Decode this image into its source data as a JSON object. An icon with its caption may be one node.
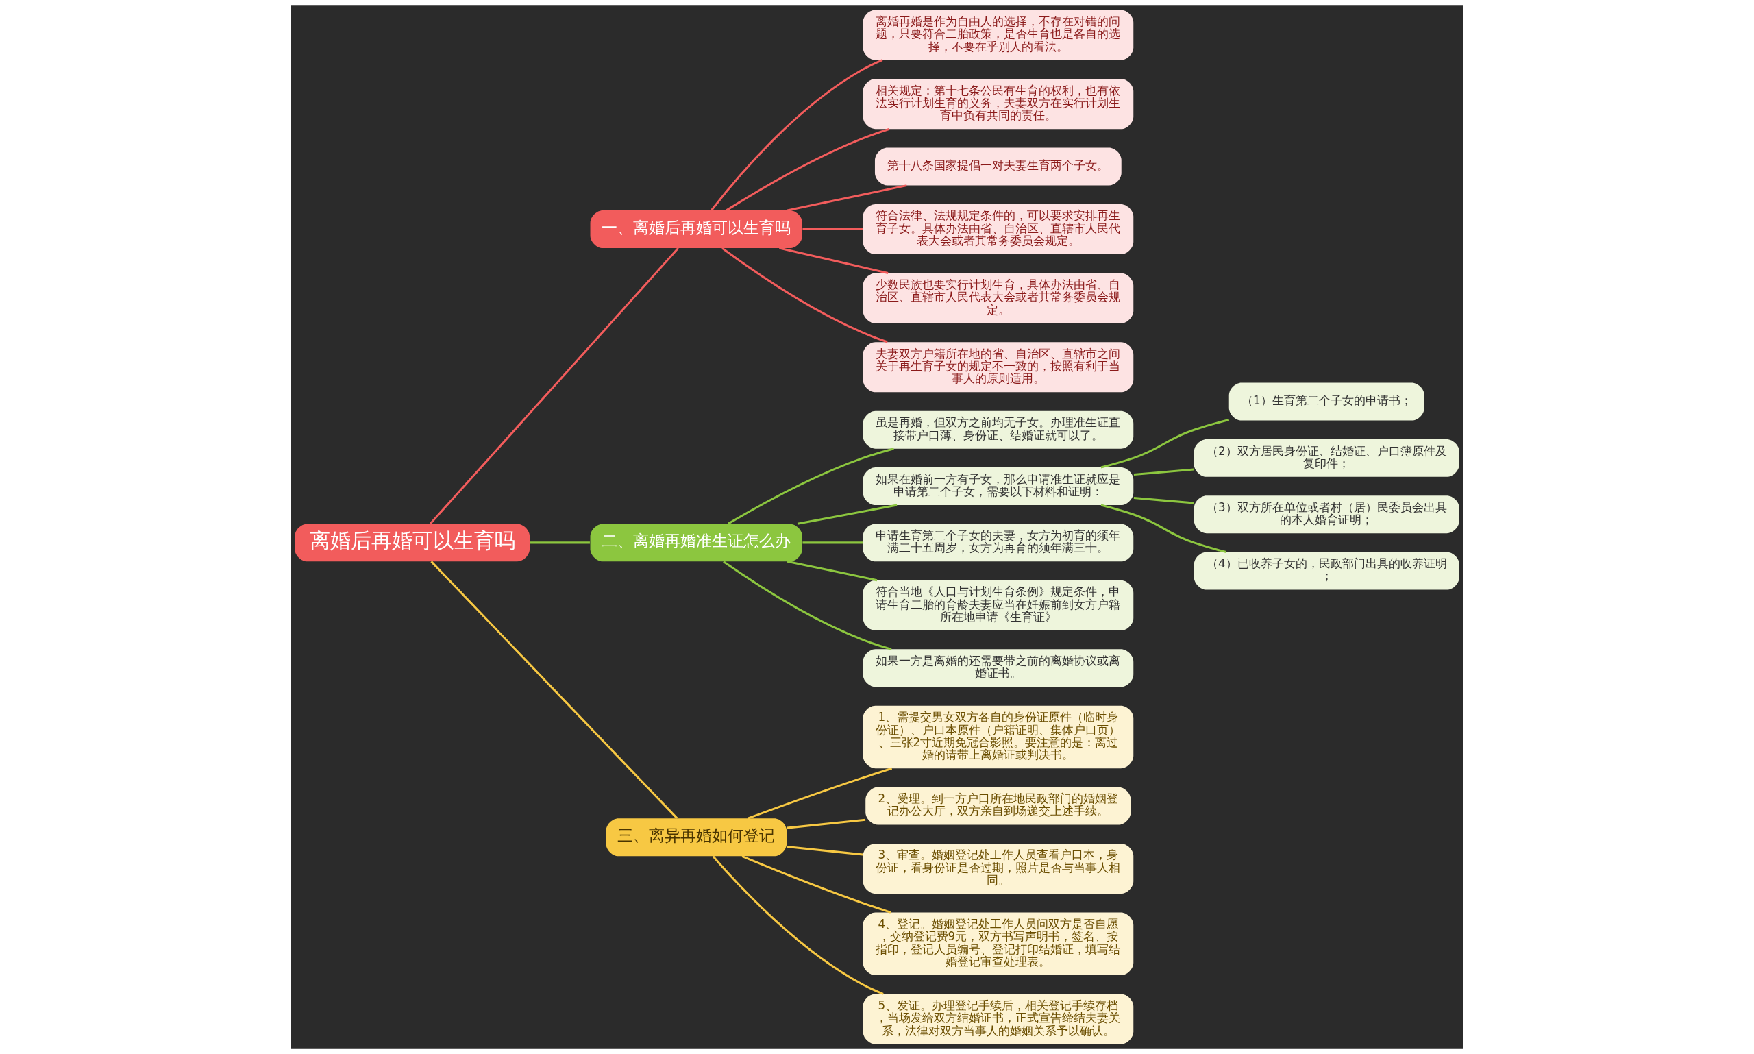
{
  "diagram": {
    "nodes": [
      {
        "text": [
          "离婚后再婚可以生育吗"
        ]
      },
      {
        "text": [
          "一、离婚后再婚可以生育吗"
        ]
      },
      {
        "text": [
          "离婚再婚是作为自由人的选择，不存在对错的问题，只要符合二胎政策，是否生育也是各自的选择，不要在乎别人的看法。"
        ]
      },
      {
        "text": [
          "相关规定：第十七条公民有生育的权利，也有依法实行计划生育的义务，夫妻双方在实行计划生育中负有共同的责任。"
        ]
      },
      {
        "text": [
          "第十八条国家提倡一对夫妻生育两个子女。"
        ]
      },
      {
        "text": [
          "符合法律、法规规定条件的，可以要求安排再生育子女。具体办法由省、自治区、直辖市人民代表大会或者其常务委员会规定。"
        ]
      },
      {
        "text": [
          "少数民族也要实行计划生育，具体办法由省、自治区、直辖市人民代表大会或者其常务委员会规定。"
        ]
      },
      {
        "text": [
          "夫妻双方户籍所在地的省、自治区、直辖市之间关于再生育子女的规定不一致的，按照有利于当事人的原则适用。"
        ]
      },
      {
        "text": [
          "二、离婚再婚准生证怎么办"
        ]
      },
      {
        "text": [
          "虽是再婚，但双方之前均无子女。办理准生证直接带户口薄、身份证、结婚证就可以了。"
        ]
      },
      {
        "text": [
          "如果在婚前一方有子女，那么申请准生证就应是申请第二个子女，需要以下材料和证明："
        ]
      },
      {
        "text": [
          "（1）生育第二个子女的申请书；"
        ]
      },
      {
        "text": [
          "（2）双方居民身份证、结婚证、户口簿原件及复印件；"
        ]
      },
      {
        "text": [
          "（3）双方所在单位或者村（居）民委员会出具的本人婚育证明；"
        ]
      },
      {
        "text": [
          "（4）已收养子女的，民政部门出具的收养证明；"
        ]
      },
      {
        "text": [
          "申请生育第二个子女的夫妻，女方为初育的须年满二十五周岁，女方为再育的须年满三十。"
        ]
      },
      {
        "text": [
          "符合当地《人口与计划生育条例》规定条件，申请生育二胎的育龄夫妻应当在妊娠前到女方户籍所在地申请《生育证》"
        ]
      },
      {
        "text": [
          "如果一方是离婚的还需要带之前的离婚协议或离婚证书。"
        ]
      },
      {
        "text": [
          "三、离异再婚如何登记"
        ]
      },
      {
        "text": [
          "1、需提交男女双方各自的身份证原件（临时身份证）、户口本原件（户籍证明、集体户口页）、三张2寸近期免冠合影照。要注意的是：离过婚的请带上离婚证或判决书。"
        ]
      },
      {
        "text": [
          "2、受理。到一方户口所在地民政部门的婚姻登记办公大厅，双方亲自到场递交上述手续。"
        ]
      },
      {
        "text": [
          "3、审查。婚姻登记处工作人员查看户口本，身份证，看身份证是否过期，照片是否与当事人相同。"
        ]
      },
      {
        "text": [
          "4、登记。婚姻登记处工作人员问双方是否自愿，交纳登记费9元，双方书写声明书，签名、按指印，登记人员编号、登记打印结婚证，填写结婚登记审查处理表。"
        ]
      },
      {
        "text": [
          "5、发证。办理登记手续后，相关登记手续存档，当场发给双方结婚证书，正式宣告缔结夫妻关系，法律对双方当事人的婚姻关系予以确认。"
        ]
      }
    ],
    "edges": [
      {
        "from": 0,
        "to": 1,
        "arrow": "none",
        "color": "#f25c5c"
      },
      {
        "from": 1,
        "to": 2,
        "arrow": "none",
        "color": "#f25c5c"
      },
      {
        "from": 1,
        "to": 3,
        "arrow": "none",
        "color": "#f25c5c"
      },
      {
        "from": 1,
        "to": 4,
        "arrow": "none",
        "color": "#f25c5c"
      },
      {
        "from": 1,
        "to": 5,
        "arrow": "none",
        "color": "#f25c5c"
      },
      {
        "from": 1,
        "to": 6,
        "arrow": "none",
        "color": "#f25c5c"
      },
      {
        "from": 1,
        "to": 7,
        "arrow": "none",
        "color": "#f25c5c"
      },
      {
        "from": 0,
        "to": 8,
        "arrow": "none"
      },
      {
        "from": 8,
        "to": 9,
        "arrow": "none"
      },
      {
        "from": 8,
        "to": 10,
        "arrow": "none"
      },
      {
        "from": 10,
        "to": 11,
        "arrow": "none"
      },
      {
        "from": 10,
        "to": 12,
        "arrow": "none"
      },
      {
        "from": 10,
        "to": 13,
        "arrow": "none"
      },
      {
        "from": 10,
        "to": 14,
        "arrow": "none"
      },
      {
        "from": 8,
        "to": 15,
        "arrow": "none"
      },
      {
        "from": 8,
        "to": 16,
        "arrow": "none"
      },
      {
        "from": 8,
        "to": 17,
        "arrow": "none"
      },
      {
        "from": 0,
        "to": 18,
        "arrow": "none",
        "color": "#f7c843"
      },
      {
        "from": 18,
        "to": 19,
        "arrow": "none",
        "color": "#f7c843"
      },
      {
        "from": 18,
        "to": 20,
        "arrow": "none",
        "color": "#f7c843"
      },
      {
        "from": 18,
        "to": 21,
        "arrow": "none",
        "color": "#f7c843"
      },
      {
        "from": 18,
        "to": 22,
        "arrow": "none",
        "color": "#f7c843"
      },
      {
        "from": 18,
        "to": 23,
        "arrow": "none",
        "color": "#f7c843"
      }
    ]
  }
}
